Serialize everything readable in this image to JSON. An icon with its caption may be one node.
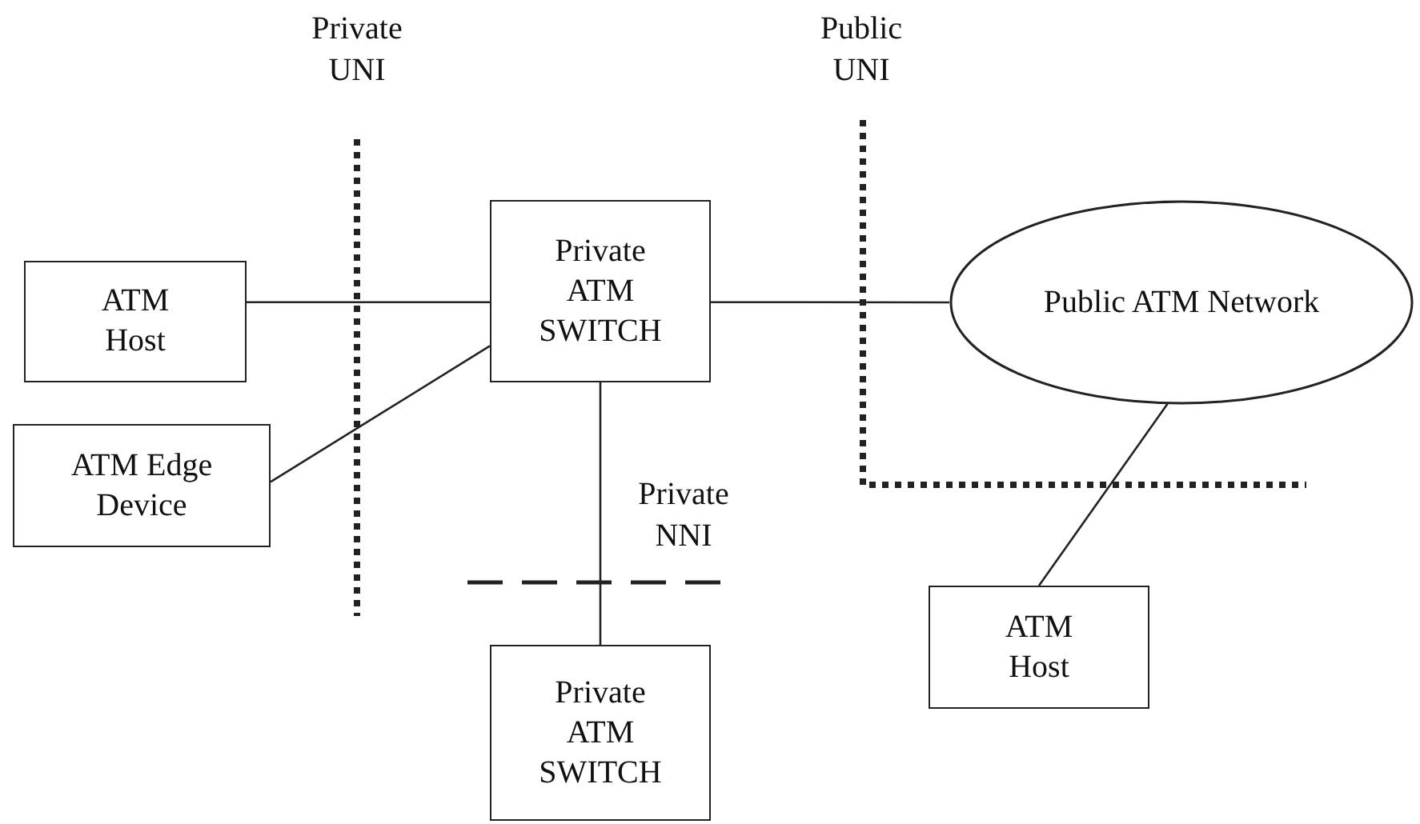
{
  "diagram": {
    "nodes": [
      {
        "text": [
          "ATM Host"
        ]
      },
      {
        "text": [
          "ATM Edge Device"
        ]
      },
      {
        "text": [
          "Private ATM SWITCH"
        ]
      },
      {
        "text": [
          "Public ATM Network"
        ]
      },
      {
        "text": [
          "Private ATM SWITCH"
        ]
      },
      {
        "text": [
          "ATM Host"
        ]
      }
    ],
    "edges": [
      {
        "from": 0,
        "to": 2,
        "arrow": "none"
      },
      {
        "from": 1,
        "to": 2,
        "arrow": "none"
      },
      {
        "from": 2,
        "to": 3,
        "arrow": "none"
      },
      {
        "from": 2,
        "to": 4,
        "arrow": "none"
      },
      {
        "from": 3,
        "to": 5,
        "arrow": "none"
      }
    ],
    "labels": [
      "Private UNI",
      "Public UNI",
      "Private NNI"
    ]
  }
}
